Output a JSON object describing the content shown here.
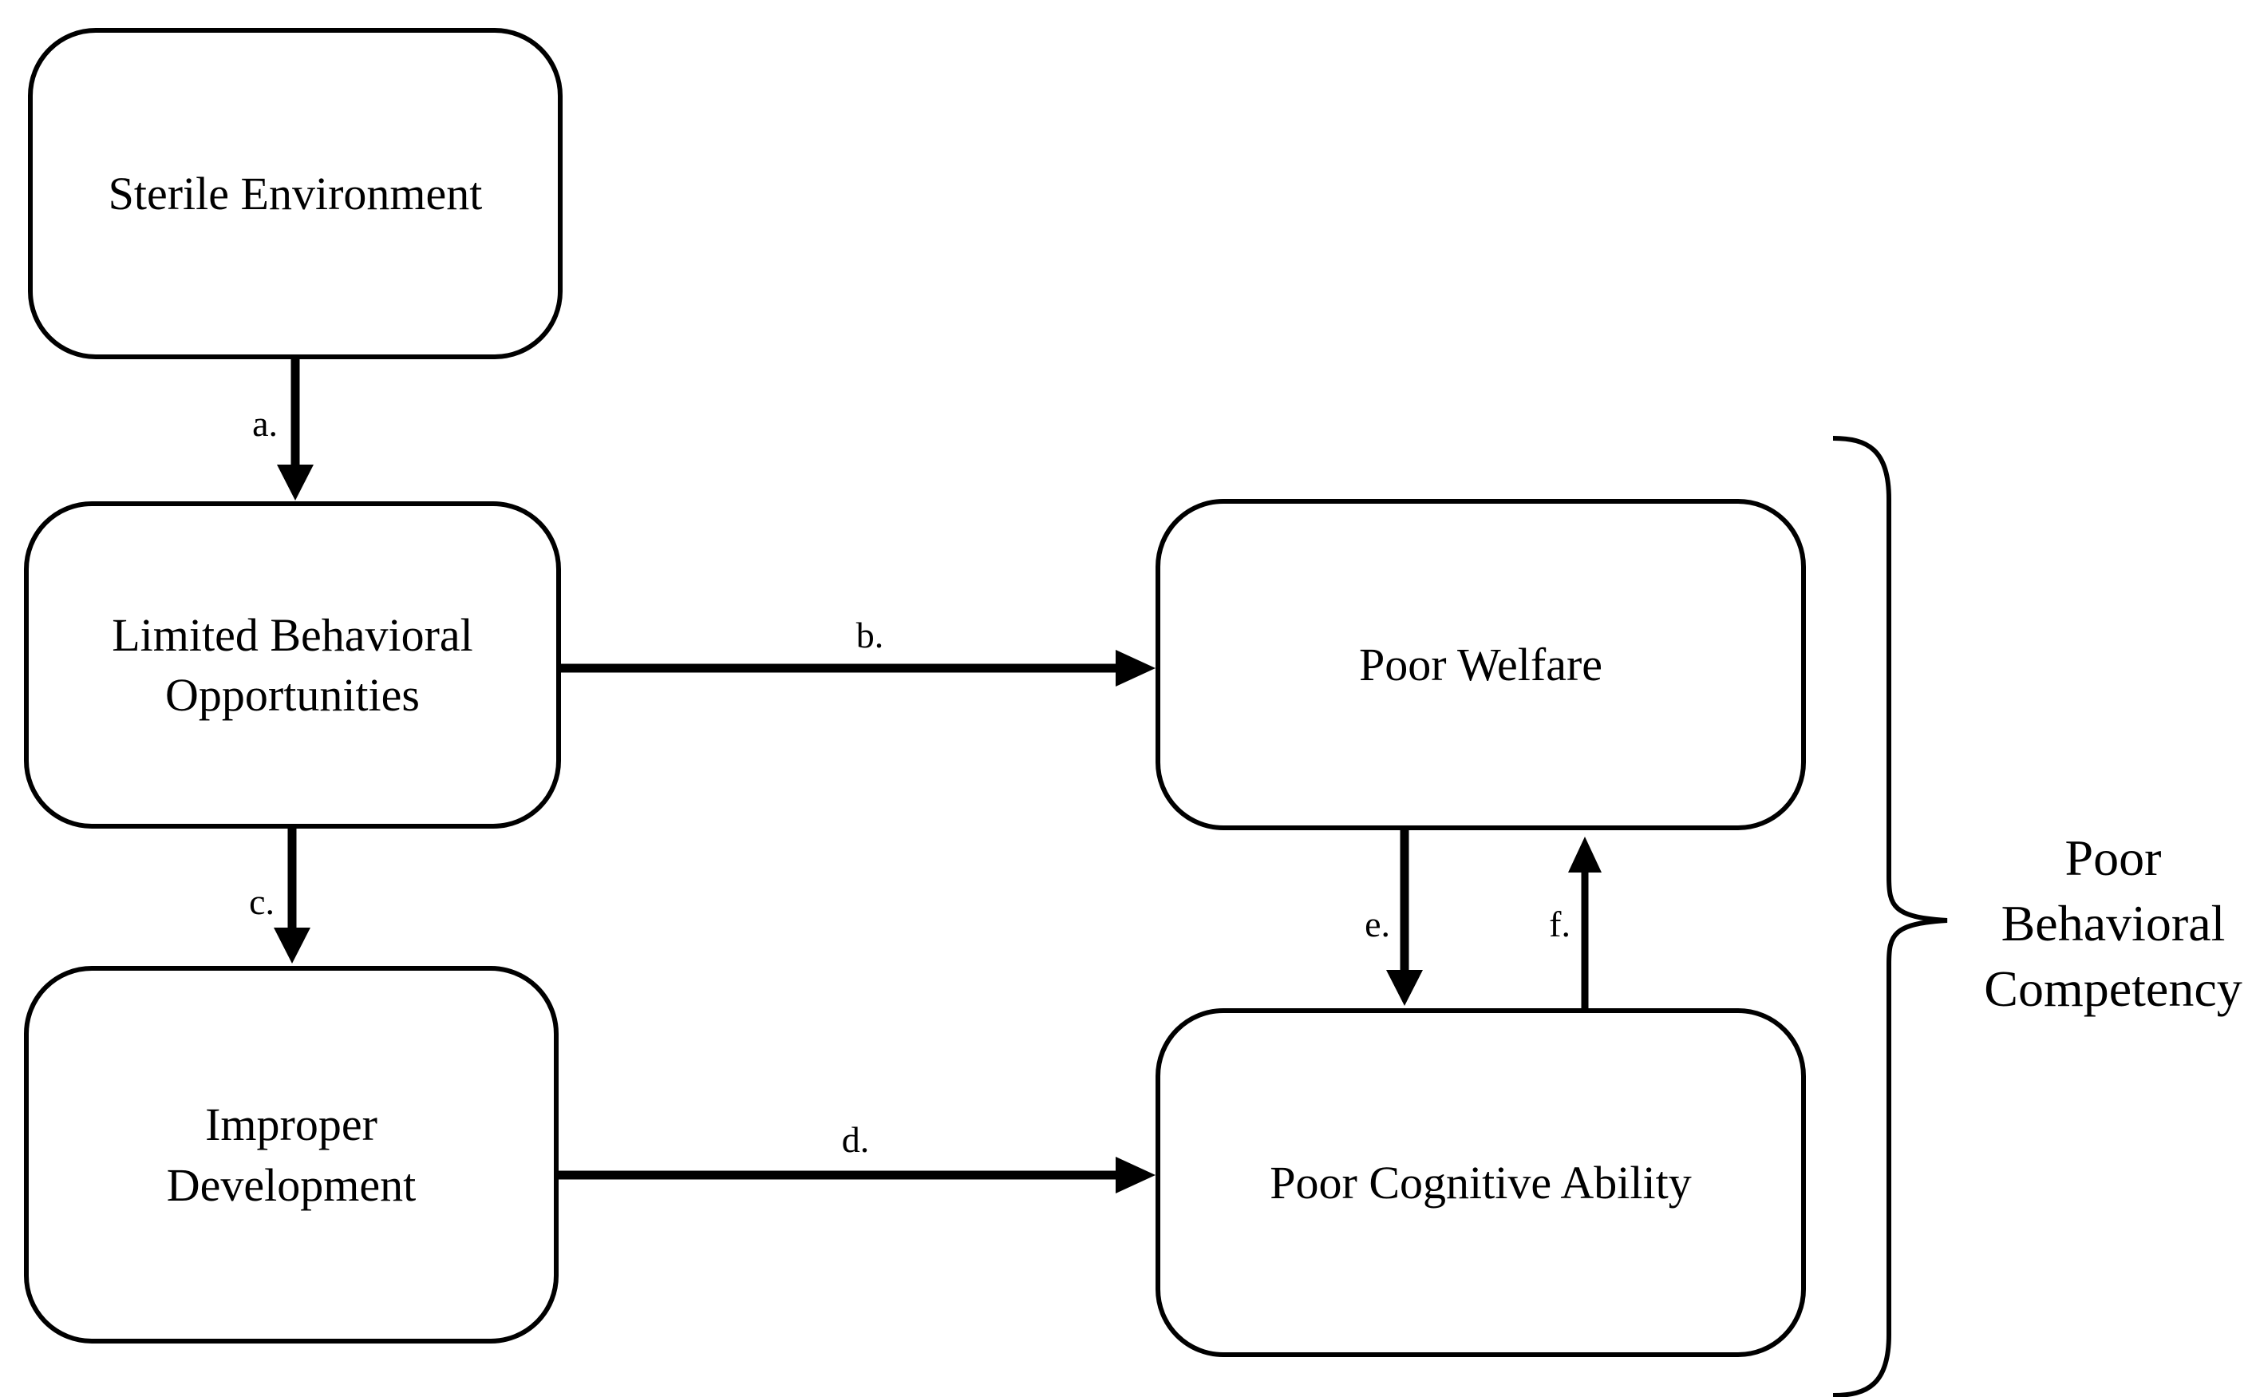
{
  "diagram": {
    "background_color": "#ffffff",
    "stroke_color": "#000000",
    "nodes": {
      "sterile": {
        "lines": [
          "Sterile Environment"
        ]
      },
      "limited": {
        "lines": [
          "Limited Behavioral",
          "Opportunities"
        ]
      },
      "improper": {
        "lines": [
          "Improper",
          "Development"
        ]
      },
      "welfare": {
        "lines": [
          "Poor Welfare"
        ]
      },
      "cognitive": {
        "lines": [
          "Poor Cognitive Ability"
        ]
      }
    },
    "edge_labels": {
      "a": "a.",
      "b": "b.",
      "c": "c.",
      "d": "d.",
      "e": "e.",
      "f": "f."
    },
    "brace_caption": {
      "lines": [
        "Poor",
        "Behavioral",
        "Competency"
      ]
    }
  }
}
